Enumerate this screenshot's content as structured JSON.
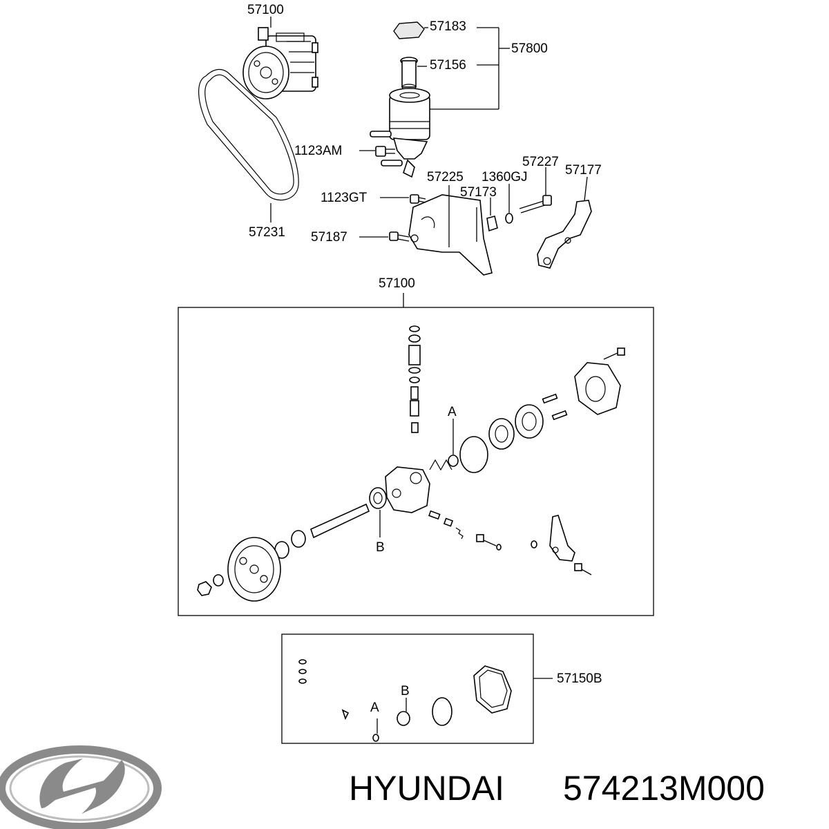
{
  "labels": {
    "pump_top": "57100",
    "cap": "57183",
    "reservoir_assy": "57800",
    "filter": "57156",
    "bolt_am": "1123AM",
    "bracket": "57225",
    "washer_gj": "1360GJ",
    "bolt_227": "57227",
    "support": "57177",
    "bolt_gt": "1123GT",
    "clip": "57173",
    "belt": "57231",
    "bolt_187": "57187",
    "pump_assy": "57100",
    "kit": "57150B",
    "marker_a": "A",
    "marker_b": "B",
    "kit_marker_a": "A",
    "kit_marker_b": "B"
  },
  "caption": {
    "brand": "HYUNDAI",
    "part_number": "574213M000"
  },
  "logo": {
    "icon": "hyundai-logo",
    "color": "#8a8a8a"
  }
}
